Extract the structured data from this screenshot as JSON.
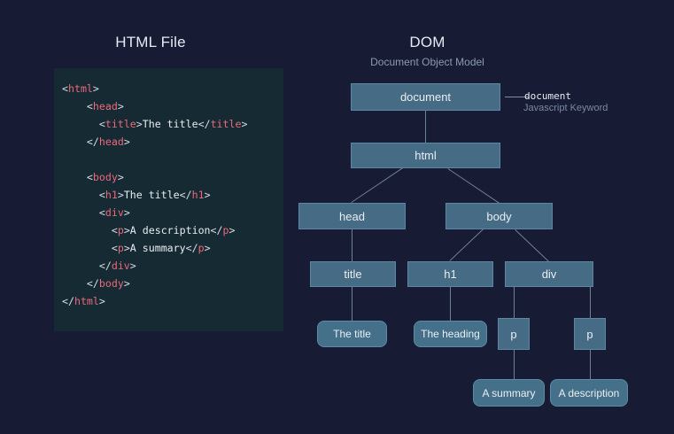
{
  "page": {
    "background": "#171b33",
    "accent": "#466b84",
    "tag_color": "#e9697a"
  },
  "left": {
    "title": "HTML File",
    "code": {
      "background": "#162a33",
      "lines": [
        [
          {
            "t": "punc",
            "v": "<"
          },
          {
            "t": "tag",
            "v": "html"
          },
          {
            "t": "punc",
            "v": ">"
          }
        ],
        [
          {
            "t": "punc",
            "v": "    <"
          },
          {
            "t": "tag",
            "v": "head"
          },
          {
            "t": "punc",
            "v": ">"
          }
        ],
        [
          {
            "t": "punc",
            "v": "      <"
          },
          {
            "t": "tag",
            "v": "title"
          },
          {
            "t": "punc",
            "v": ">"
          },
          {
            "t": "txt",
            "v": "The title"
          },
          {
            "t": "punc",
            "v": "</"
          },
          {
            "t": "tag",
            "v": "title"
          },
          {
            "t": "punc",
            "v": ">"
          }
        ],
        [
          {
            "t": "punc",
            "v": "    </"
          },
          {
            "t": "tag",
            "v": "head"
          },
          {
            "t": "punc",
            "v": ">"
          }
        ],
        [
          {
            "t": "punc",
            "v": ""
          }
        ],
        [
          {
            "t": "punc",
            "v": "    <"
          },
          {
            "t": "tag",
            "v": "body"
          },
          {
            "t": "punc",
            "v": ">"
          }
        ],
        [
          {
            "t": "punc",
            "v": "      <"
          },
          {
            "t": "tag",
            "v": "h1"
          },
          {
            "t": "punc",
            "v": ">"
          },
          {
            "t": "txt",
            "v": "The title"
          },
          {
            "t": "punc",
            "v": "</"
          },
          {
            "t": "tag",
            "v": "h1"
          },
          {
            "t": "punc",
            "v": ">"
          }
        ],
        [
          {
            "t": "punc",
            "v": "      <"
          },
          {
            "t": "tag",
            "v": "div"
          },
          {
            "t": "punc",
            "v": ">"
          }
        ],
        [
          {
            "t": "punc",
            "v": "        <"
          },
          {
            "t": "tag",
            "v": "p"
          },
          {
            "t": "punc",
            "v": ">"
          },
          {
            "t": "txt",
            "v": "A description"
          },
          {
            "t": "punc",
            "v": "</"
          },
          {
            "t": "tag",
            "v": "p"
          },
          {
            "t": "punc",
            "v": ">"
          }
        ],
        [
          {
            "t": "punc",
            "v": "        <"
          },
          {
            "t": "tag",
            "v": "p"
          },
          {
            "t": "punc",
            "v": ">"
          },
          {
            "t": "txt",
            "v": "A summary"
          },
          {
            "t": "punc",
            "v": "</"
          },
          {
            "t": "tag",
            "v": "p"
          },
          {
            "t": "punc",
            "v": ">"
          }
        ],
        [
          {
            "t": "punc",
            "v": "      </"
          },
          {
            "t": "tag",
            "v": "div"
          },
          {
            "t": "punc",
            "v": ">"
          }
        ],
        [
          {
            "t": "punc",
            "v": "    </"
          },
          {
            "t": "tag",
            "v": "body"
          },
          {
            "t": "punc",
            "v": ">"
          }
        ],
        [
          {
            "t": "punc",
            "v": "</"
          },
          {
            "t": "tag",
            "v": "html"
          },
          {
            "t": "punc",
            "v": ">"
          }
        ]
      ]
    }
  },
  "right": {
    "title": "DOM",
    "subtitle": "Document Object Model",
    "annotation": {
      "keyword": "document",
      "description": "Javascript Keyword"
    },
    "nodes": {
      "document": "document",
      "html": "html",
      "head": "head",
      "body": "body",
      "title": "title",
      "h1": "h1",
      "div": "div",
      "p_first": "p",
      "p_second": "p",
      "text_title": "The title",
      "text_heading": "The heading",
      "text_summary": "A summary",
      "text_description": "A description"
    }
  }
}
